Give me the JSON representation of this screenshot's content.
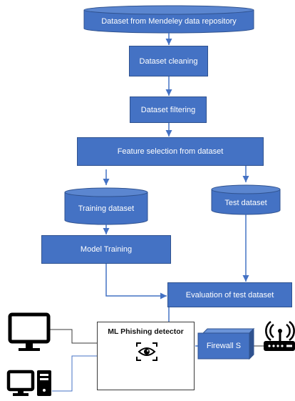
{
  "nodes": {
    "dataset_source": "Dataset from Mendeley data repository",
    "cleaning": "Dataset cleaning",
    "filtering": "Dataset filtering",
    "feature_selection": "Feature selection from dataset",
    "training_dataset": "Training dataset",
    "test_dataset": "Test dataset",
    "model_training": "Model Training",
    "evaluation": "Evaluation of test dataset",
    "detector": "ML Phishing detector",
    "firewall": "Firewall S"
  },
  "icons": {
    "detector": "eye-scan-icon",
    "router": "wifi-router-icon",
    "monitor": "monitor-icon",
    "desktop": "desktop-computer-icon"
  },
  "colors": {
    "box_fill": "#4472c4",
    "box_stroke": "#2f528f",
    "arrow": "#4472c4",
    "line_dark": "#3a3a3a"
  }
}
